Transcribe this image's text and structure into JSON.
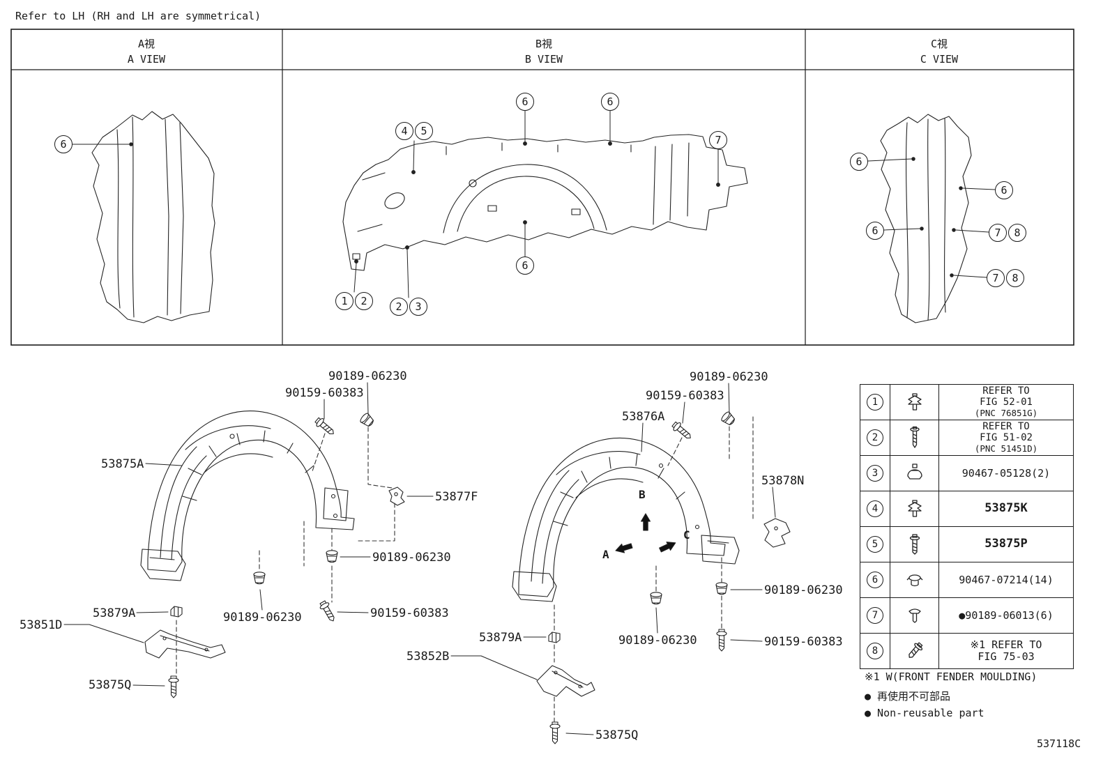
{
  "colors": {
    "ink": "#1a1a1a",
    "paper": "#ffffff"
  },
  "header_note": "Refer to LH (RH and LH are symmetrical)",
  "views": {
    "a": {
      "title_jp": "A視",
      "title_en": "A VIEW",
      "callouts": [
        "6"
      ]
    },
    "b": {
      "title_jp": "B視",
      "title_en": "B VIEW",
      "callouts": [
        "4",
        "5",
        "6",
        "6",
        "7",
        "6",
        "1",
        "2",
        "2",
        "3"
      ]
    },
    "c": {
      "title_jp": "C視",
      "title_en": "C VIEW",
      "callouts": [
        "6",
        "6",
        "6",
        "7",
        "8",
        "7",
        "8"
      ]
    }
  },
  "left_assembly": {
    "liner": "53875A",
    "fasteners": {
      "grommet_top": "90189-06230",
      "screw_top": "90159-60383",
      "clip_side": "53877F",
      "grommet_mid": "90189-06230",
      "grommet_lower": "90189-06230",
      "screw_lower": "90159-60383",
      "clip_bottom": "53879A",
      "bracket": "53851D",
      "screw_bottom": "53875Q"
    }
  },
  "right_assembly": {
    "liner": "53876A",
    "fasteners": {
      "grommet_top": "90189-06230",
      "screw_top": "90159-60383",
      "bracket_side": "53878N",
      "grommet_right": "90189-06230",
      "grommet_lower": "90189-06230",
      "screw_right": "90159-60383",
      "clip_bottom": "53879A",
      "bracket": "53852B",
      "screw_bottom": "53875Q"
    },
    "direction_labels": {
      "a": "A",
      "b": "B",
      "c": "C"
    }
  },
  "legend_table": {
    "rows": [
      {
        "num": "1",
        "icon": "tree-clip-icon",
        "lines": [
          "REFER TO",
          "FIG 52-01",
          "(PNC 76851G)"
        ]
      },
      {
        "num": "2",
        "icon": "tapping-screw-icon",
        "lines": [
          "REFER TO",
          "FIG 51-02",
          "(PNC 51451D)"
        ]
      },
      {
        "num": "3",
        "icon": "spring-clip-icon",
        "lines": [
          "90467-05128(2)"
        ]
      },
      {
        "num": "4",
        "icon": "tree-clip-icon",
        "lines": [
          "53875K"
        ]
      },
      {
        "num": "5",
        "icon": "bolt-icon",
        "lines": [
          "53875P"
        ]
      },
      {
        "num": "6",
        "icon": "push-grommet-icon",
        "lines": [
          "90467-07214(14)"
        ]
      },
      {
        "num": "7",
        "icon": "push-rivet-icon",
        "lines": [
          "●90189-06013(6)"
        ]
      },
      {
        "num": "8",
        "icon": "washer-screw-icon",
        "lines": [
          "※1 REFER TO",
          "FIG 75-03"
        ]
      }
    ]
  },
  "footnotes": [
    "※1 W(FRONT FENDER MOULDING)",
    "● 再使用不可部品",
    "● Non-reusable part"
  ],
  "doc_number": "537118C"
}
